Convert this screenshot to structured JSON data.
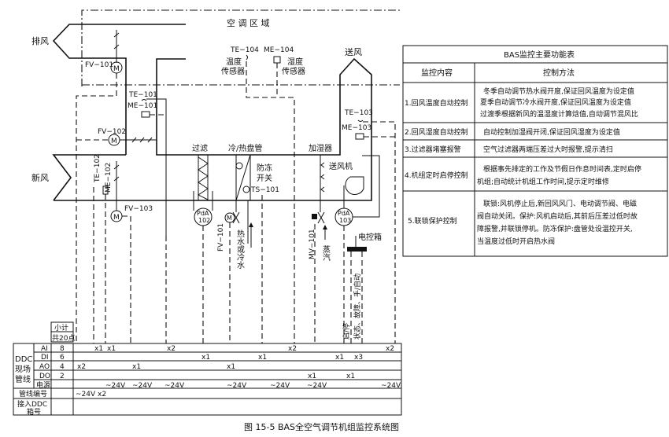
{
  "diagram": {
    "zone_label": "空  调  区  域",
    "exhaust_air": "排风",
    "fresh_air": "新风",
    "supply_air": "送风",
    "filter": "过滤",
    "coil": "冷/热盘管",
    "humidifier": "加湿器",
    "supply_fan": "送风机",
    "freeze_switch_1": "防冻",
    "freeze_switch_2": "开关",
    "temp_sensor_1": "温度",
    "temp_sensor_2": "传感器",
    "hum_sensor_1": "湿度",
    "hum_sensor_2": "传感器",
    "hot_cold_water": "热水或冷水",
    "steam": "蒸汽",
    "control_box": "电控箱",
    "fan_signals_1": "启/停",
    "fan_signals_2": "状态、故障、手/自动",
    "tags": {
      "fv101": "FV−101",
      "fv102": "FV−102",
      "fv103": "FV−103",
      "te101": "TE−101",
      "me101": "ME−101",
      "te102": "TE−102",
      "me102": "ME−102",
      "te103": "TE−103",
      "me103": "ME−103",
      "te104": "TE−104",
      "me104": "ME−104",
      "ts101": "TS−101",
      "fv101b": "FV−101",
      "mv101": "MV−101",
      "pda102_a": "PdA",
      "pda102_b": "102",
      "pda103_a": "PdA",
      "pda103_b": "103",
      "motor": "M"
    }
  },
  "io_table": {
    "subtotal": "小计",
    "total": "共20点",
    "group_label_1": "DDC",
    "group_label_2": "现场",
    "group_label_3": "管线",
    "rows": [
      {
        "name": "AI",
        "count": "8"
      },
      {
        "name": "DI",
        "count": "6"
      },
      {
        "name": "AO",
        "count": "4"
      },
      {
        "name": "DO",
        "count": "2"
      },
      {
        "name": "电源",
        "count": ""
      }
    ],
    "pipe_number": "管线编号",
    "ddc_box_1": "接入DDC",
    "ddc_box_2": "箱号",
    "marks": {
      "ai": [
        "x1",
        "x1",
        "x2",
        "x2",
        "x2"
      ],
      "di": [
        "x1",
        "x1",
        "x1",
        "x3"
      ],
      "ao": [
        "x2",
        "x1",
        "x1"
      ],
      "do": [
        "x1",
        "x1"
      ],
      "power": [
        "~24V",
        "~24V",
        "~24V",
        "~24V",
        "~24V",
        "~24V",
        "~24V"
      ],
      "pipe": "~24V x2"
    }
  },
  "function_table": {
    "title": "BAS监控主要功能表",
    "col_content": "监控内容",
    "col_method": "控制方法",
    "rows": [
      {
        "item": "1.回风温度自动控制",
        "lines": [
          "冬季自动调节热水阀开度,保证回风温度为设定值",
          "夏季自动调节冷水阀开度,保证回风温度为设定值",
          "过渡季根据新风的温湿度计算焓值,自动调节混风比"
        ]
      },
      {
        "item": "2.回风湿度自动控制",
        "lines": [
          "自动控制加湿阀开闭,保证回风湿度为设定值"
        ]
      },
      {
        "item": "3.过滤器堵塞报警",
        "lines": [
          "空气过滤器两端压差过大时报警,提示清扫"
        ]
      },
      {
        "item": "4.机组定时启停控制",
        "lines": [
          "根据事先排定的工作及节假日作息时间表,定时启停",
          "机组;自动统计机组工作时间,提示定时维修"
        ]
      },
      {
        "item": "5.联锁保护控制",
        "lines": [
          "联锁:风机停止后,新回风风门、电动调节阀、电磁",
          "阀自动关闭。保护:风机启动后,其前后压差过低时故",
          "障报警,并联锁停机。防冻保护:盘管处设温控开关,",
          "当温度过低时开启热水阀"
        ]
      }
    ]
  },
  "caption": "图 15-5   BAS全空气调节机组监控系统图"
}
